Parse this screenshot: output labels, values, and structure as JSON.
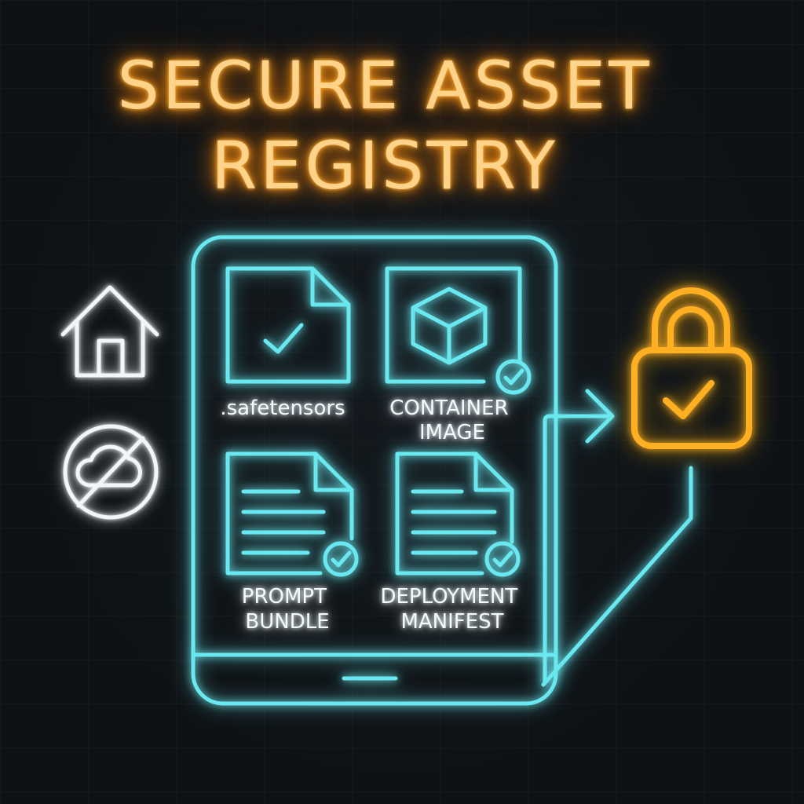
{
  "title": {
    "line1": "SECURE ASSET",
    "line2": "REGISTRY"
  },
  "assets": [
    {
      "label_lines": [
        ".safetensors"
      ],
      "icon": "document-check-icon"
    },
    {
      "label_lines": [
        "CONTAINER",
        "IMAGE"
      ],
      "icon": "cube-icon"
    },
    {
      "label_lines": [
        "PROMPT",
        "BUNDLE"
      ],
      "icon": "text-document-icon"
    },
    {
      "label_lines": [
        "DEPLOYMENT",
        "MANIFEST"
      ],
      "icon": "text-document-icon"
    }
  ],
  "side_icons": [
    "home-icon",
    "no-cloud-icon"
  ],
  "destination_icon": "padlock-check-icon",
  "colors": {
    "title": "#ffb43c",
    "device": "#5fe6ee",
    "lock": "#ffb020",
    "side_icons": "#f2f6f8",
    "background": "#0e1215"
  }
}
